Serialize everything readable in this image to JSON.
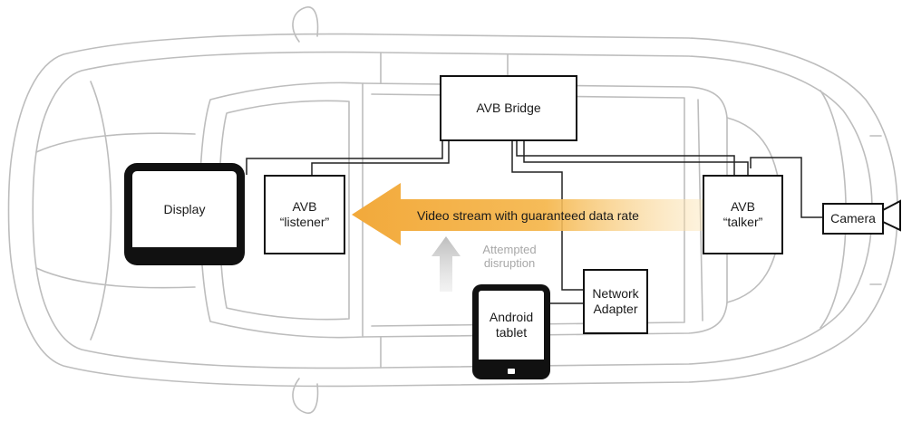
{
  "nodes": {
    "bridge": "AVB Bridge",
    "display": "Display",
    "listener_line1": "AVB",
    "listener_line2": "“listener”",
    "talker_line1": "AVB",
    "talker_line2": "“talker”",
    "camera": "Camera",
    "network_line1": "Network",
    "network_line2": "Adapter",
    "tablet_line1": "Android",
    "tablet_line2": "tablet"
  },
  "stream_label": "Video stream with guaranteed data rate",
  "disruption_line1": "Attempted",
  "disruption_line2": "disruption",
  "colors": {
    "stream_arrow": "#f2a93b",
    "disruption_arrow": "#c9c9c9",
    "car_outline": "#bdbdbd",
    "box_stroke": "#111111"
  }
}
